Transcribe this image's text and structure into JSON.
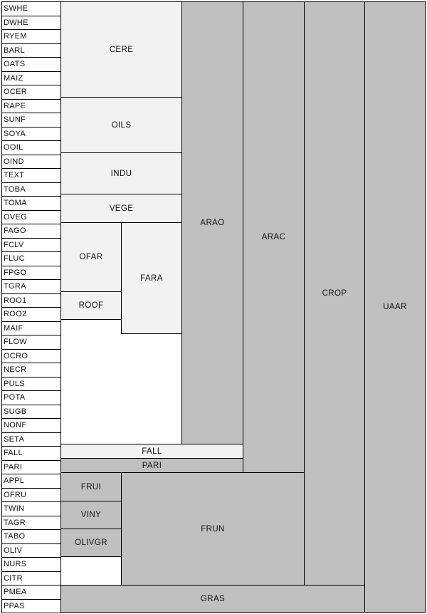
{
  "codes": [
    "SWHE",
    "DWHE",
    "RYEM",
    "BARL",
    "OATS",
    "MAIZ",
    "OCER",
    "RAPE",
    "SUNF",
    "SOYA",
    "OOIL",
    "OIND",
    "TEXT",
    "TOBA",
    "TOMA",
    "OVEG",
    "FAGO",
    "FCLV",
    "FLUC",
    "FPGO",
    "TGRA",
    "ROO1",
    "ROO2",
    "MAIF",
    "FLOW",
    "OCRO",
    "NECR",
    "PULS",
    "POTA",
    "SUGB",
    "NONF",
    "SETA",
    "FALL",
    "PARI",
    "APPL",
    "OFRU",
    "TWIN",
    "TAGR",
    "TABO",
    "OLIV",
    "NURS",
    "CITR",
    "PMEA",
    "PPAS"
  ],
  "groups": {
    "cere": "CERE",
    "oils": "OILS",
    "indu": "INDU",
    "vege": "VEGE",
    "ofar": "OFAR",
    "roof": "ROOF",
    "fara": "FARA",
    "arao": "ARAO",
    "arac": "ARAC",
    "crop": "CROP",
    "uaar": "UAAR",
    "fall": "FALL",
    "pari": "PARI",
    "frui": "FRUI",
    "viny": "VINY",
    "olivgr": "OLIVGR",
    "frun": "FRUN",
    "gras": "GRAS"
  },
  "colors": {
    "light_fill": "#f2f2f2",
    "dark_fill": "#c0c0c0",
    "border": "#000000"
  }
}
